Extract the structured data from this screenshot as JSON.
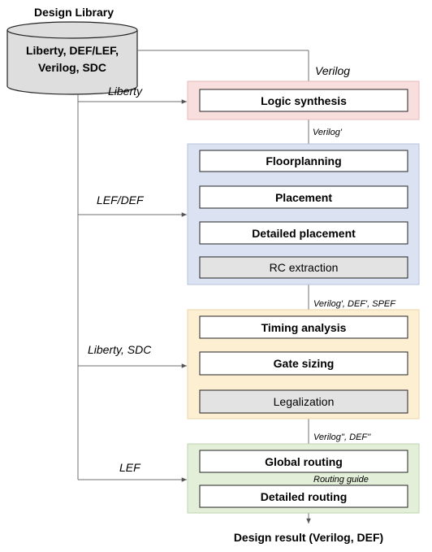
{
  "library": {
    "title": "Design Library",
    "line1": "Liberty, DEF/LEF,",
    "line2": "Verilog, SDC"
  },
  "inputs": {
    "verilog": "Verilog",
    "liberty": "Liberty",
    "lef_def": "LEF/DEF",
    "liberty_sdc": "Liberty, SDC",
    "lef": "LEF"
  },
  "stages": {
    "synthesis": {
      "color": "#f9dede",
      "steps": [
        "Logic synthesis"
      ]
    },
    "physical": {
      "color": "#dbe3f2",
      "steps": [
        "Floorplanning",
        "Placement",
        "Detailed placement",
        "RC extraction"
      ]
    },
    "timing": {
      "color": "#fcefd2",
      "steps": [
        "Timing analysis",
        "Gate sizing",
        "Legalization"
      ]
    },
    "routing": {
      "color": "#e3efd9",
      "steps": [
        "Global routing",
        "Detailed routing"
      ]
    }
  },
  "flow_labels": {
    "after_synthesis": "Verilog'",
    "after_physical": "Verilog', DEF', SPEF",
    "after_timing": "Verilog'', DEF''",
    "routing_guide": "Routing guide"
  },
  "result": "Design result (Verilog, DEF)",
  "colors": {
    "database": "#dedede",
    "extraction_box": "#e3e3e3",
    "step_box": "#ffffff",
    "line": "#707070"
  }
}
